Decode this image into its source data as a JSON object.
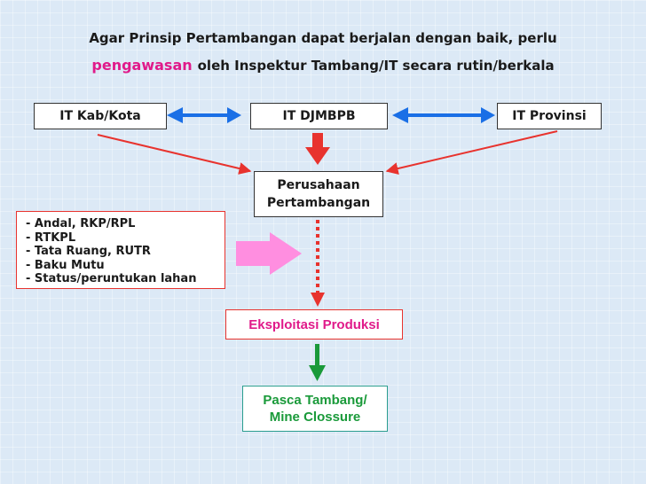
{
  "title": {
    "line1": "Agar Prinsip Pertambangan dapat berjalan dengan baik, perlu",
    "highlight": "pengawasan",
    "line2_rest": "oleh Inspektur Tambang/IT secara rutin/berkala"
  },
  "nodes": {
    "kab": "IT Kab/Kota",
    "djm": "IT DJMBPB",
    "prov": "IT Provinsi",
    "perusahaan_l1": "Perusahaan",
    "perusahaan_l2": "Pertambangan",
    "eksploitasi": "Eksploitasi Produksi",
    "pasca_l1": "Pasca Tambang/",
    "pasca_l2": "Mine Clossure"
  },
  "requirements": [
    "- Andal, RKP/RPL",
    "- RTKPL",
    "- Tata Ruang, RUTR",
    "- Baku Mutu",
    "- Status/peruntukan lahan"
  ],
  "colors": {
    "blue_arrow": "#1a6fe6",
    "red_arrow": "#e8332e",
    "pink_arrow": "#ff8ee0",
    "green_arrow": "#1a9a3a",
    "highlight": "#e01a8a"
  }
}
